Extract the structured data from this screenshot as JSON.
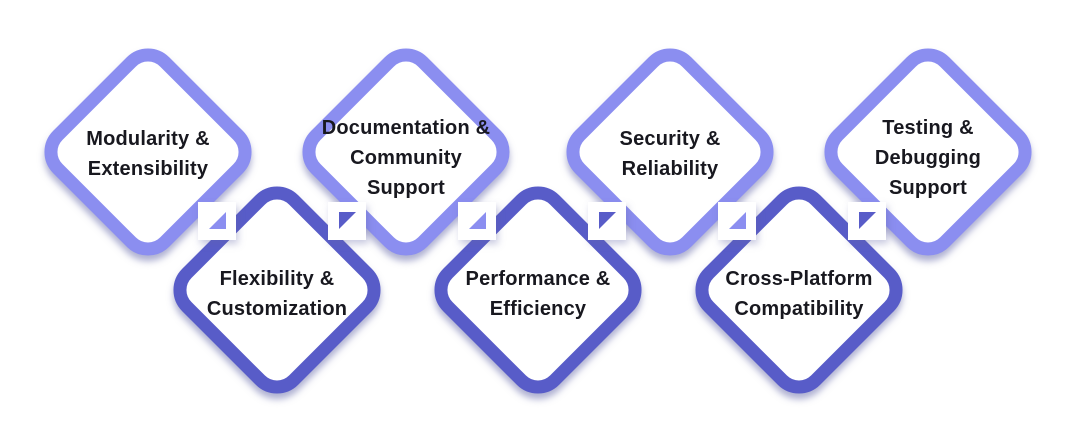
{
  "diagram": {
    "type": "interlocking-diamond-feature-diagram",
    "background": "#FFFFFF",
    "colors": {
      "top_row_border": "#8B8EF0",
      "bottom_row_border": "#585CC8",
      "text": "#18181F",
      "notch_fill": "#FFFFFF",
      "shadow": "rgba(96,99,165,0.5)"
    },
    "diamonds": [
      {
        "id": "modularity",
        "row": "top",
        "label": "Modularity & Extensibility",
        "lines": [
          "Modularity &",
          "Extensibility"
        ]
      },
      {
        "id": "documentation",
        "row": "top",
        "label": "Documentation & Community Support",
        "lines": [
          "Documentation &",
          "Community",
          "Support"
        ]
      },
      {
        "id": "security",
        "row": "top",
        "label": "Security & Reliability",
        "lines": [
          "Security &",
          "Reliability"
        ]
      },
      {
        "id": "testing",
        "row": "top",
        "label": "Testing & Debugging Support",
        "lines": [
          "Testing &",
          "Debugging",
          "Support"
        ]
      },
      {
        "id": "flexibility",
        "row": "bottom",
        "label": "Flexibility & Customization",
        "lines": [
          "Flexibility &",
          "Customization"
        ]
      },
      {
        "id": "performance",
        "row": "bottom",
        "label": "Performance & Efficiency",
        "lines": [
          "Performance &",
          "Efficiency"
        ]
      },
      {
        "id": "crossplatform",
        "row": "bottom",
        "label": "Cross-Platform Compatibility",
        "lines": [
          "Cross-Platform",
          "Compatibility"
        ]
      }
    ],
    "notches": [
      {
        "between": [
          "modularity",
          "flexibility"
        ],
        "triangle_color": "top_row_border"
      },
      {
        "between": [
          "documentation",
          "flexibility"
        ],
        "triangle_color": "bottom_row_border"
      },
      {
        "between": [
          "documentation",
          "performance"
        ],
        "triangle_color": "top_row_border"
      },
      {
        "between": [
          "security",
          "performance"
        ],
        "triangle_color": "bottom_row_border"
      },
      {
        "between": [
          "security",
          "crossplatform"
        ],
        "triangle_color": "top_row_border"
      },
      {
        "between": [
          "testing",
          "crossplatform"
        ],
        "triangle_color": "bottom_row_border"
      }
    ]
  }
}
